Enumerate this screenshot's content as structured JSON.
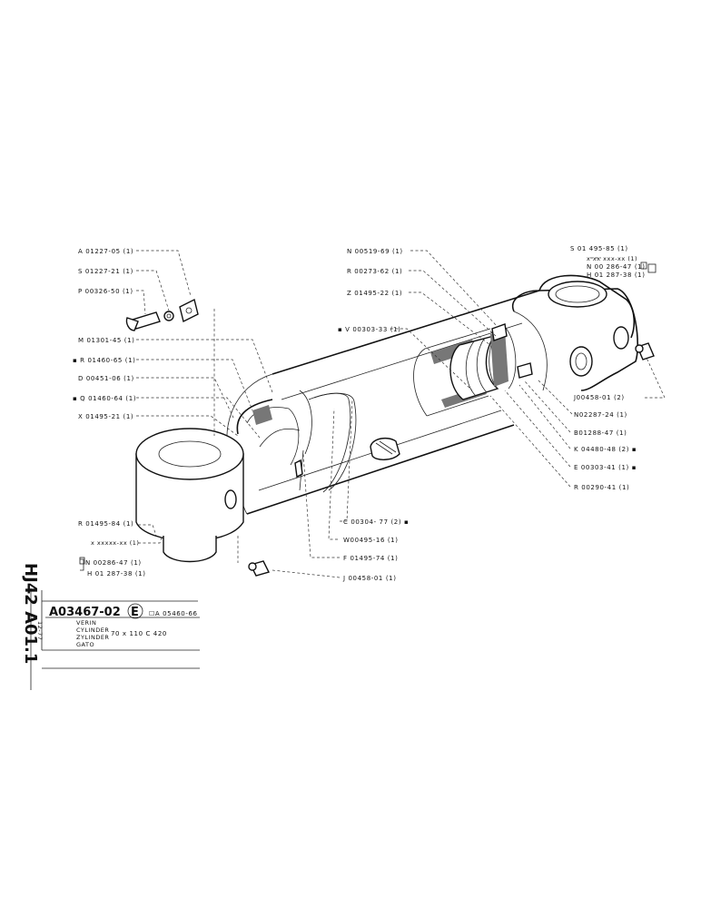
{
  "sheet": {
    "side_code": "HJ42 A01.1",
    "side_date": "12-77",
    "drawing_number": "A03467-02",
    "edition_mark": "E",
    "reference": "☐A 05460-66",
    "title_lines": [
      "VERIN",
      "CYLINDER",
      "ZYLINDER",
      "GATO"
    ],
    "spec": "70 x 110  C 420"
  },
  "labels": {
    "a01227_05": "A 01227-05 (1)",
    "s01227_21": "S 01227-21 (1)",
    "p00326_50": "P 00326-50 (1)",
    "m01301_45": "M 01301-45 (1)",
    "r01460_65": "▪ R 01460-65 (1)",
    "d00451_06": "D 00451-06 (1)",
    "q01460_64": "▪ Q 01460-64 (1)",
    "x01495_21": "X 01495-21 (1)",
    "r01495_84": "R 01495-84 (1)",
    "xxx_left": "x xxxxx-xx (1)",
    "n00286_left": "N 00286-47 (1)",
    "h01287_left": "H 01 287-38 (1)",
    "n00519_69": "N 00519-69 (1)",
    "r00273_62": "R 00273-62 (1)",
    "z01495_22": "Z 01495-22 (1)",
    "v00303_33": "▪ V 00303-33 (1)",
    "s01495_85": "S 01 495-85 (1)",
    "xxx_right": "x xx xxx-xx (1)",
    "n00286_right": "N 00 286-47 (1)",
    "h01287_right": "H 01 287-38 (1)",
    "j00458_02": "J00458-01 (2)",
    "n02287_24": "N02287-24 (1)",
    "b01288_47": "B01288-47 (1)",
    "k04480_48": "K 04480-48 (2) ▪",
    "e00303_41": "E 00303-41 (1) ▪",
    "r00290_41": "R 00290-41 (1)",
    "c00304_77": "C 00304- 77 (2) ▪",
    "w00495_16": "W00495-16 (1)",
    "f01495_74": "F 01495-74 (1)",
    "j00458_01": "J 00458-01 (1)"
  }
}
